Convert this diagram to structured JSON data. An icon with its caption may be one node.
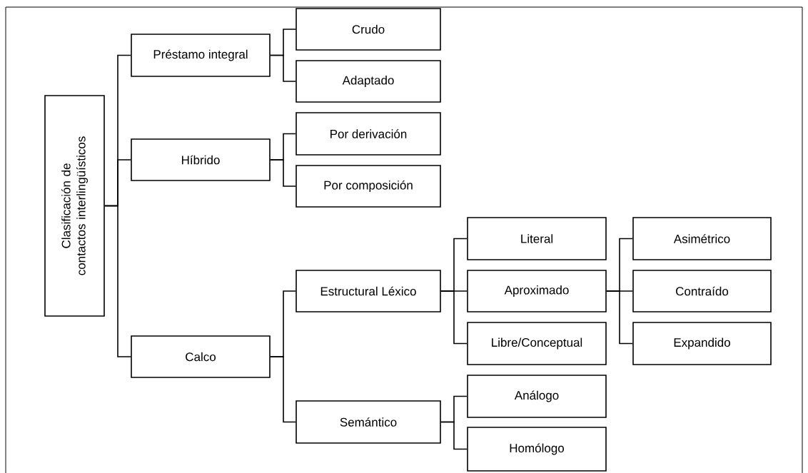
{
  "diagram": {
    "nodes": [
      {
        "text": [
          "Clasificación de contactos interlingüísticos"
        ]
      },
      {
        "text": [
          "Préstamo integral"
        ]
      },
      {
        "text": [
          "Crudo"
        ]
      },
      {
        "text": [
          "Adaptado"
        ]
      },
      {
        "text": [
          "Híbrido"
        ]
      },
      {
        "text": [
          "Por derivación"
        ]
      },
      {
        "text": [
          "Por composición"
        ]
      },
      {
        "text": [
          "Calco"
        ]
      },
      {
        "text": [
          "Estructural Léxico"
        ]
      },
      {
        "text": [
          "Literal"
        ]
      },
      {
        "text": [
          "Aproximado"
        ]
      },
      {
        "text": [
          "Asimétrico"
        ]
      },
      {
        "text": [
          "Contraído"
        ]
      },
      {
        "text": [
          "Expandido"
        ]
      },
      {
        "text": [
          "Libre/Conceptual"
        ]
      },
      {
        "text": [
          "Semántico"
        ]
      },
      {
        "text": [
          "Análogo"
        ]
      },
      {
        "text": [
          "Homólogo"
        ]
      }
    ],
    "edges": [
      {
        "from": 0,
        "to": 1,
        "arrow": "none"
      },
      {
        "from": 1,
        "to": 2,
        "arrow": "none"
      },
      {
        "from": 1,
        "to": 3,
        "arrow": "none"
      },
      {
        "from": 0,
        "to": 4,
        "arrow": "none"
      },
      {
        "from": 4,
        "to": 5,
        "arrow": "none"
      },
      {
        "from": 4,
        "to": 6,
        "arrow": "none"
      },
      {
        "from": 0,
        "to": 7,
        "arrow": "none"
      },
      {
        "from": 7,
        "to": 8,
        "arrow": "none"
      },
      {
        "from": 8,
        "to": 9,
        "arrow": "none"
      },
      {
        "from": 8,
        "to": 10,
        "arrow": "none"
      },
      {
        "from": 10,
        "to": 11,
        "arrow": "none"
      },
      {
        "from": 10,
        "to": 12,
        "arrow": "none"
      },
      {
        "from": 10,
        "to": 13,
        "arrow": "none"
      },
      {
        "from": 8,
        "to": 14,
        "arrow": "none"
      },
      {
        "from": 7,
        "to": 15,
        "arrow": "none"
      },
      {
        "from": 15,
        "to": 16,
        "arrow": "none"
      },
      {
        "from": 15,
        "to": 17,
        "arrow": "none"
      }
    ]
  }
}
